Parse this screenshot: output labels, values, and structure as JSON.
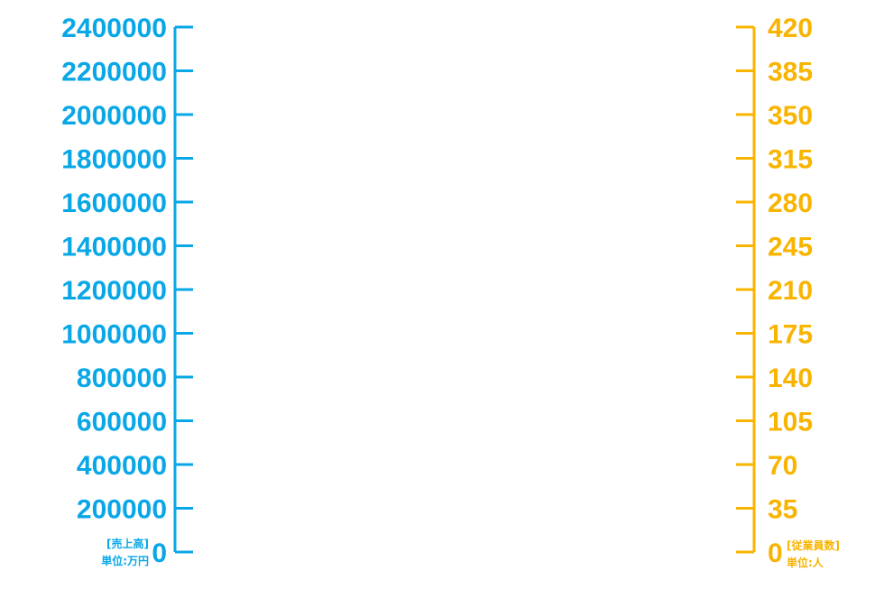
{
  "chart_data": {
    "type": "dual-axis",
    "grid": false,
    "left_axis": {
      "color": "#0aa7e6",
      "range": [
        0,
        2400000
      ],
      "ticks": [
        0,
        200000,
        400000,
        600000,
        800000,
        1000000,
        1200000,
        1400000,
        1600000,
        1800000,
        2000000,
        2200000,
        2400000
      ],
      "label": "[売上高]",
      "unit": "単位:万円"
    },
    "right_axis": {
      "color": "#f8b400",
      "range": [
        0,
        420
      ],
      "ticks": [
        0,
        35,
        70,
        105,
        140,
        175,
        210,
        245,
        280,
        315,
        350,
        385,
        420
      ],
      "label": "[従業員数]",
      "unit": "単位:人"
    },
    "series": []
  }
}
